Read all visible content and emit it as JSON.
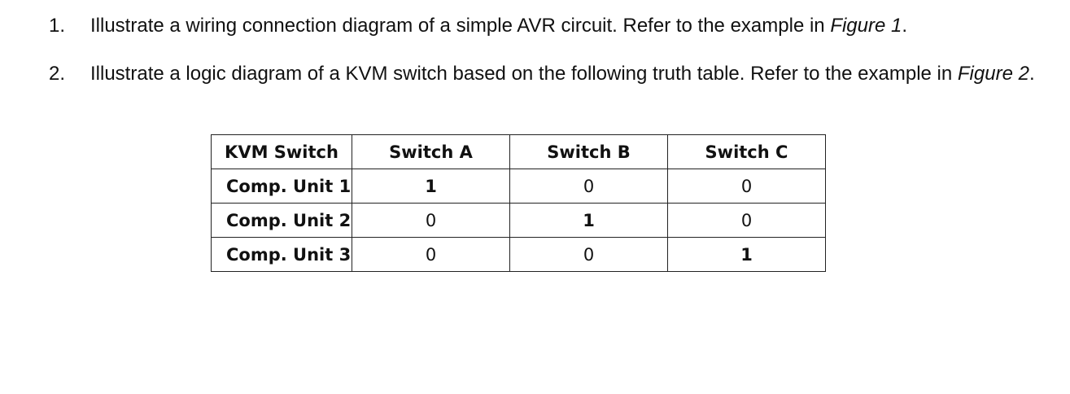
{
  "items": [
    {
      "number": "1.",
      "text_before": "Illustrate a wiring connection diagram of a simple AVR circuit. Refer to the example in ",
      "reference": "Figure 1",
      "text_after": "."
    },
    {
      "number": "2.",
      "text_before": "Illustrate a logic diagram of a KVM switch based on the following truth table. Refer to the example in ",
      "reference": "Figure 2",
      "text_after": "."
    }
  ],
  "truth_table": {
    "headers": [
      "KVM Switch",
      "Switch A",
      "Switch B",
      "Switch C"
    ],
    "rows": [
      {
        "label": "Comp. Unit 1",
        "values": [
          "1",
          "0",
          "0"
        ]
      },
      {
        "label": "Comp. Unit 2",
        "values": [
          "0",
          "1",
          "0"
        ]
      },
      {
        "label": "Comp. Unit 3",
        "values": [
          "0",
          "0",
          "1"
        ]
      }
    ]
  }
}
